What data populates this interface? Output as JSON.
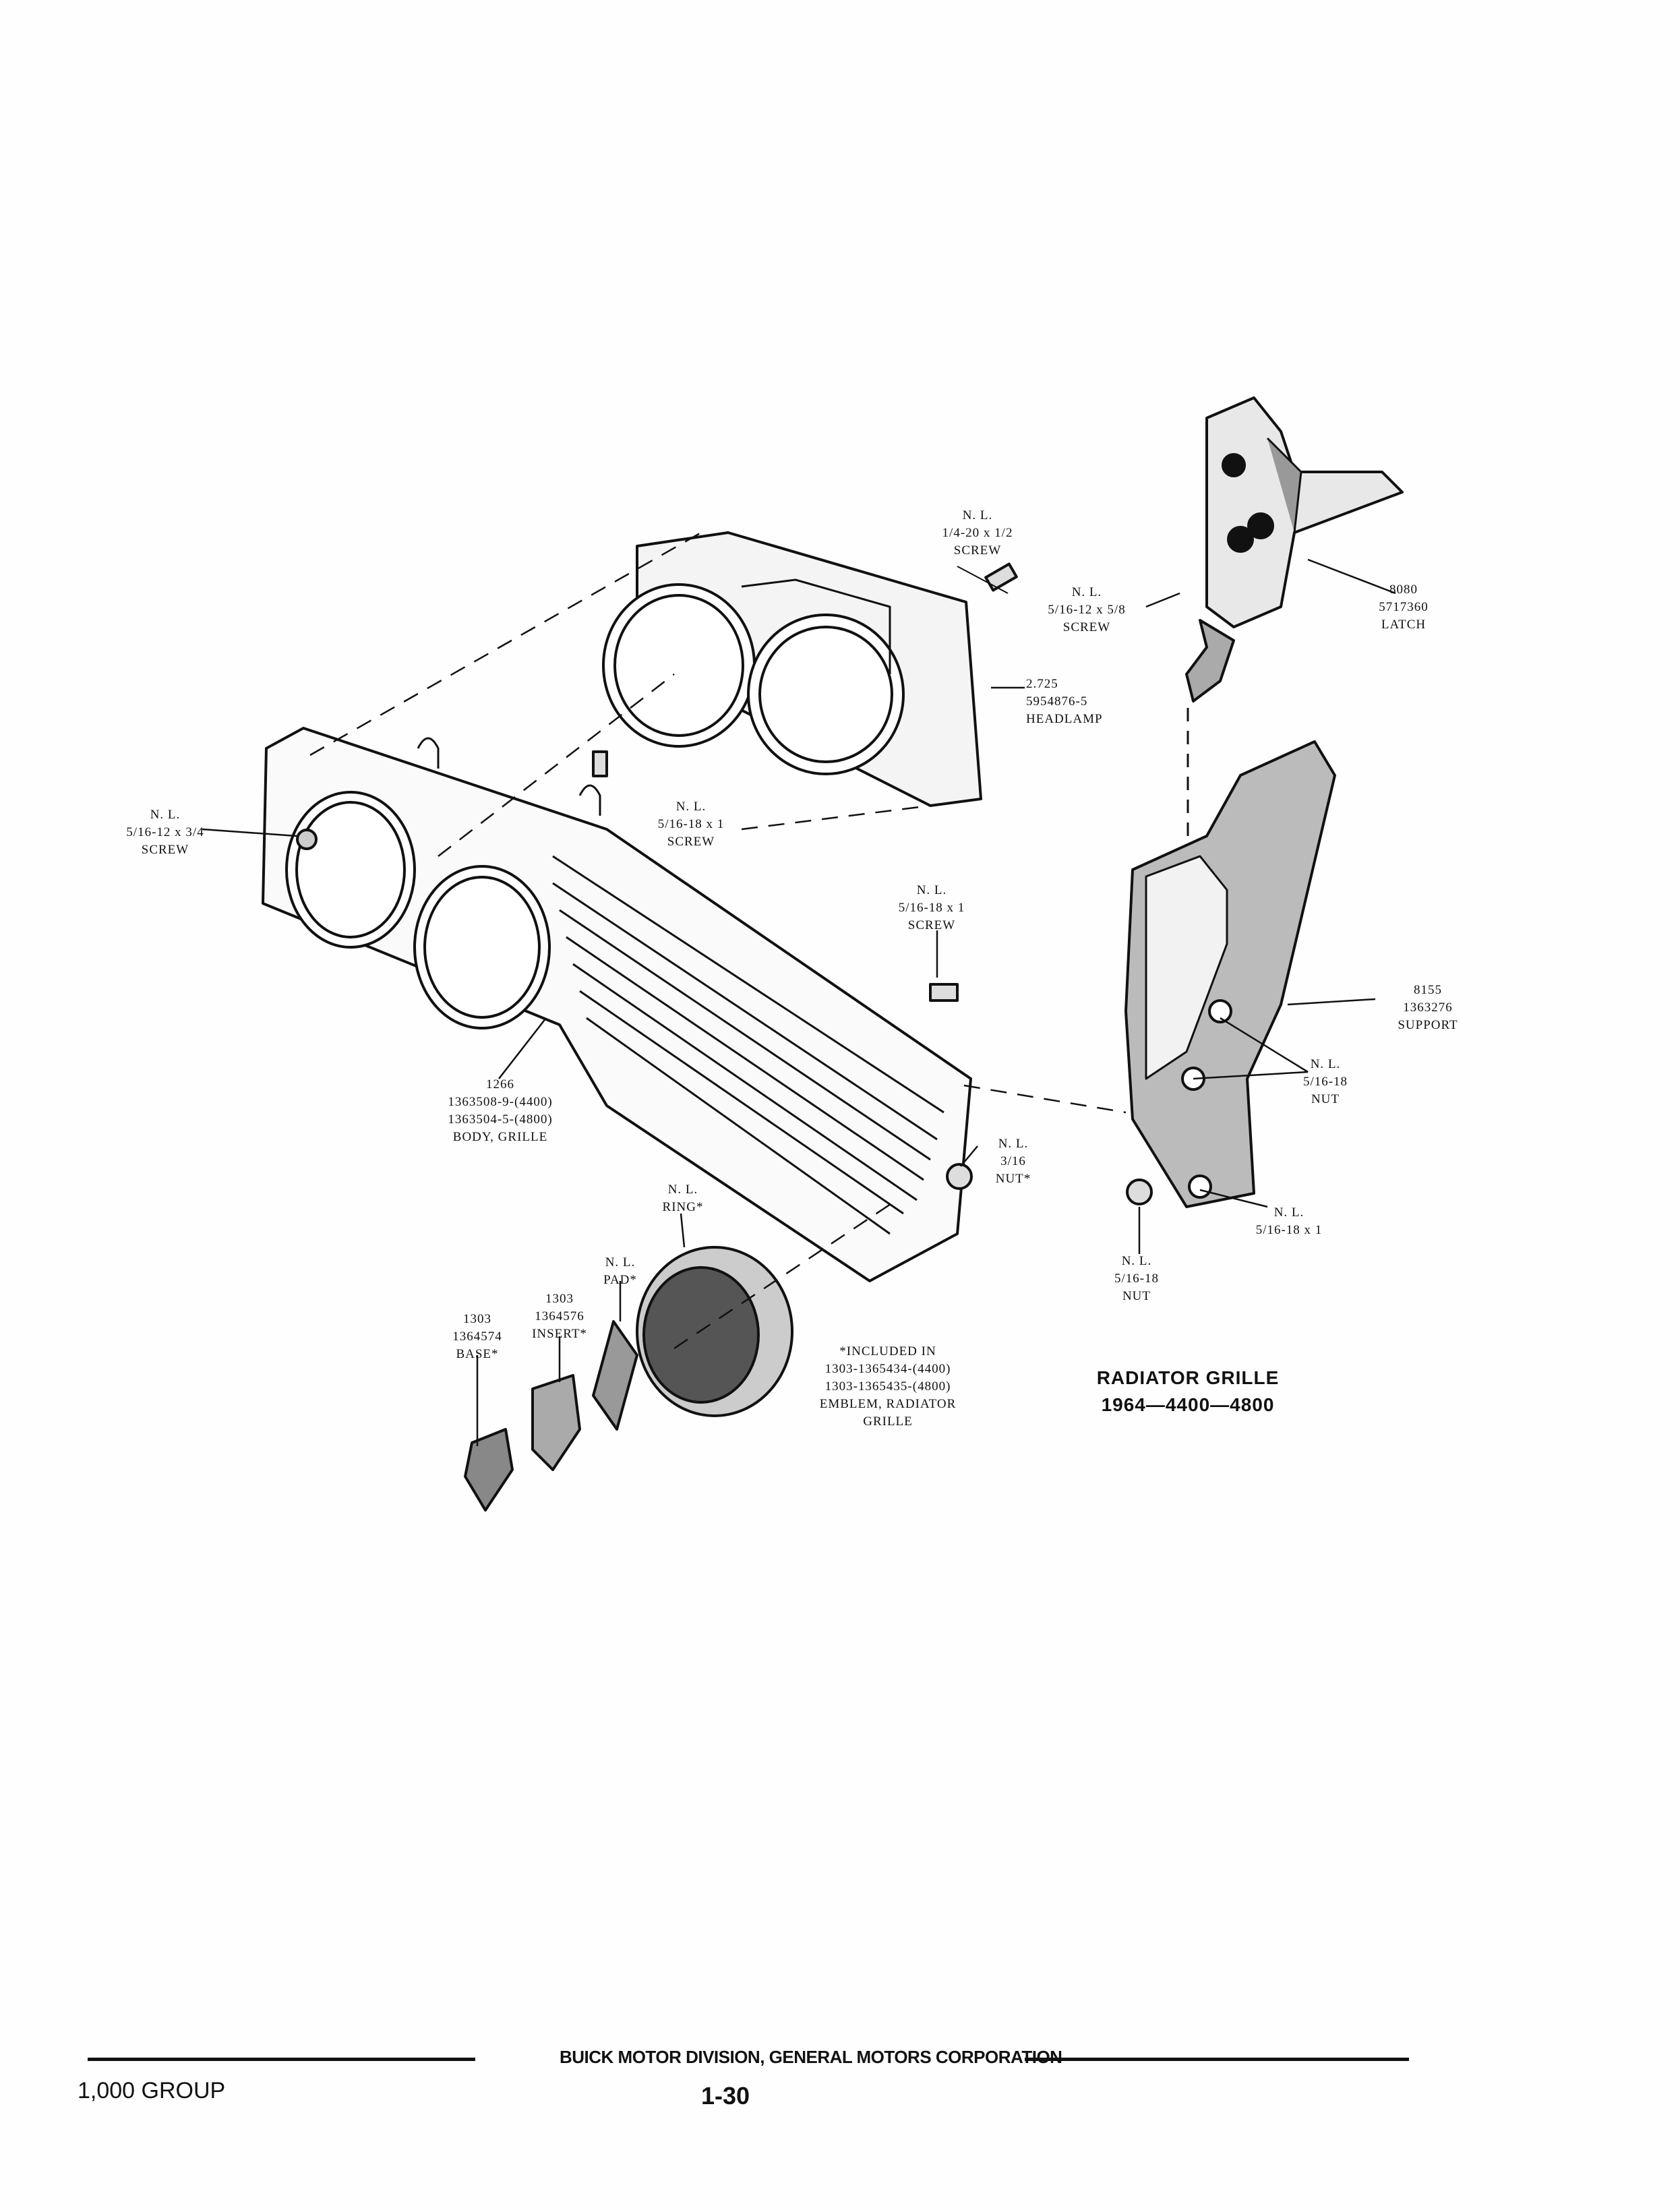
{
  "labels": {
    "screw_quarter": "N. L.\n1/4-20 x 1/2\nSCREW",
    "screw_latch": "N. L.\n5/16-12 x 5/8\nSCREW",
    "latch": "8080\n5717360\nLATCH",
    "headlamp": "2.725\n5954876-5\nHEADLAMP",
    "screw_grille_left": "N. L.\n5/16-12 x 3/4\nSCREW",
    "screw_upper": "N. L.\n5/16-18 x 1\nSCREW",
    "screw_mid": "N. L.\n5/16-18 x 1\nSCREW",
    "support": "8155\n1363276\nSUPPORT",
    "nut_right": "N. L.\n5/16-18\nNUT",
    "body_grille": "1266\n1363508-9-(4400)\n1363504-5-(4800)\nBODY, GRILLE",
    "nut_small": "N. L.\n3/16\nNUT*",
    "screw_lower_right": "N. L.\n5/16-18 x 1",
    "nut_bottom": "N. L.\n5/16-18\nNUT",
    "ring": "N. L.\nRING*",
    "pad": "N. L.\nPAD*",
    "insert": "1303\n1364576\nINSERT*",
    "base": "1303\n1364574\nBASE*",
    "included": "*INCLUDED IN\n1303-1365434-(4400)\n1303-1365435-(4800)\nEMBLEM, RADIATOR\nGRILLE"
  },
  "title": "RADIATOR GRILLE\n1964—4400—4800",
  "footer": {
    "publisher": "BUICK MOTOR DIVISION, GENERAL MOTORS CORPORATION",
    "group": "1,000 GROUP",
    "page": "1-30"
  }
}
